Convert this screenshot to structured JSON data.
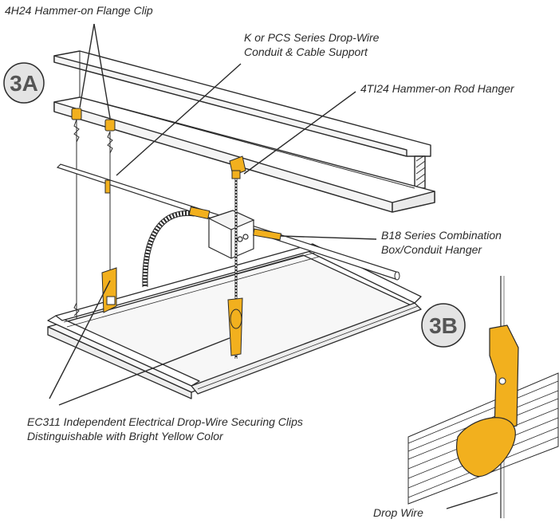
{
  "colors": {
    "ink": "#2b2b2b",
    "clip_yellow": "#f2b01e",
    "clip_yellow_dark": "#c88a0a",
    "badge_fill": "#e4e4e4",
    "badge_text": "#555555"
  },
  "badges": {
    "a": "3A",
    "b": "3B"
  },
  "callouts": {
    "flange_clip": "4H24 Hammer-on Flange Clip",
    "drop_wire_support_line1": "K or PCS Series Drop-Wire",
    "drop_wire_support_line2": "Conduit & Cable Support",
    "rod_hanger": "4TI24 Hammer-on Rod Hanger",
    "box_hanger_line1": "B18 Series Combination",
    "box_hanger_line2": "Box/Conduit Hanger",
    "securing_clips_line1": "EC311 Independent Electrical Drop-Wire Securing Clips",
    "securing_clips_line2": "Distinguishable with Bright Yellow Color",
    "drop_wire": "Drop Wire"
  }
}
